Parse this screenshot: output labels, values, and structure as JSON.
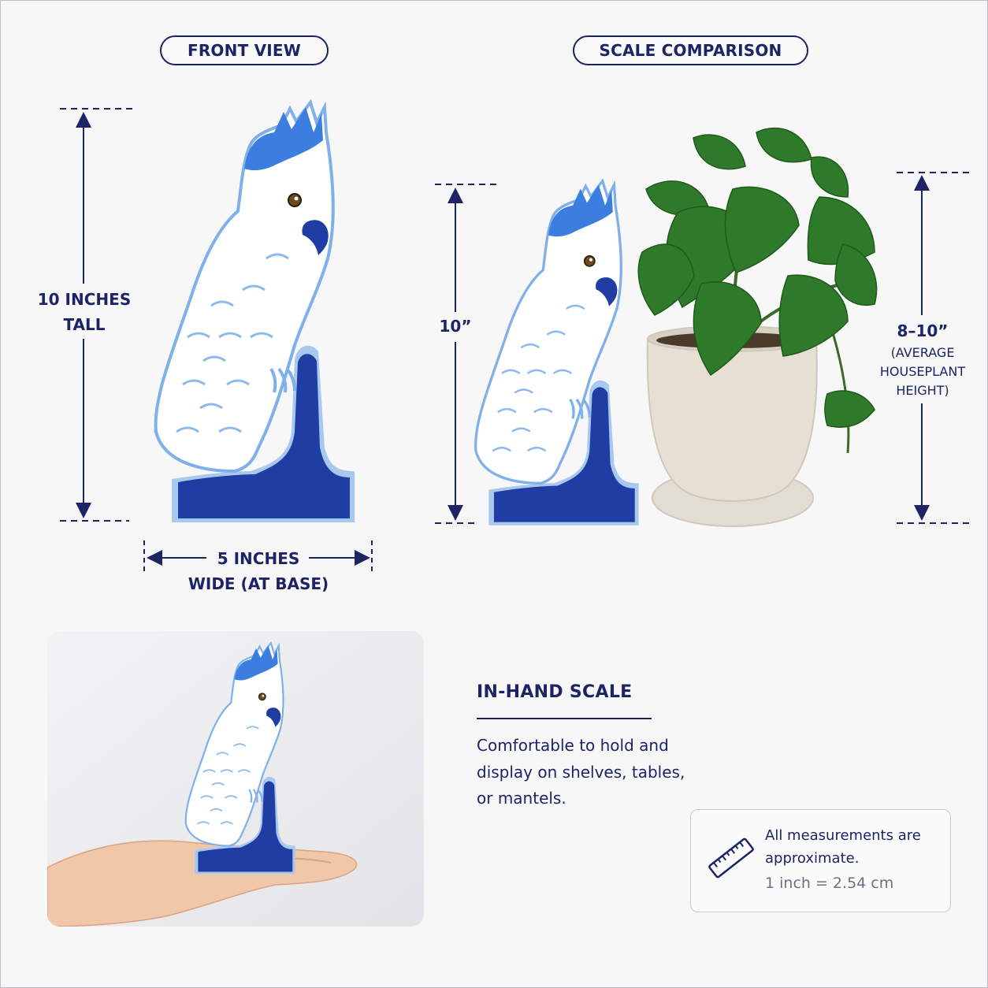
{
  "headers": {
    "front_view": "FRONT VIEW",
    "scale_comparison": "SCALE COMPARISON"
  },
  "front": {
    "height_label_line1": "10 INCHES",
    "height_label_line2": "TALL",
    "width_label_line1": "5 INCHES",
    "width_label_line2": "WIDE (AT BASE)"
  },
  "comparison": {
    "bird_height": "10”",
    "plant_height": "8–10”",
    "plant_note_line1": "(AVERAGE",
    "plant_note_line2": "HOUSEPLANT",
    "plant_note_line3": "HEIGHT)"
  },
  "in_hand": {
    "title": "IN-HAND SCALE",
    "body": "Comfortable to hold and display on shelves, tables, or mantels."
  },
  "note": {
    "text": "All measurements are approximate.",
    "conversion": "1 inch = 2.54 cm",
    "icon": "ruler-icon"
  },
  "colors": {
    "navy": "#1c2466",
    "cobalt": "#1f3da3",
    "light_blue": "#a9c8ee",
    "bright_blue": "#3c7ee0",
    "leaf_green": "#2f7a2a",
    "pot": "#e4ddd0"
  }
}
